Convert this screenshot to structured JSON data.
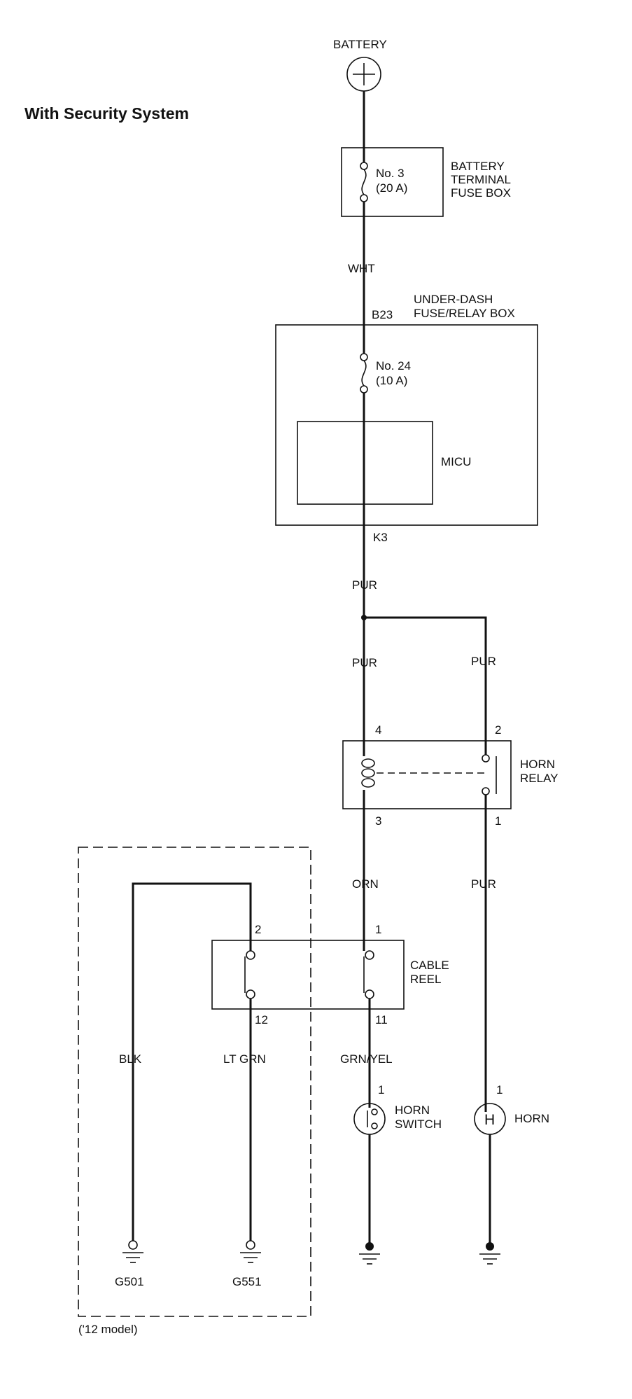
{
  "title": "With Security System",
  "battery": {
    "label": "BATTERY",
    "symbol": "+"
  },
  "battery_fuse_box": {
    "name_lines": [
      "BATTERY",
      "TERMINAL",
      "FUSE BOX"
    ],
    "fuse": "No. 3",
    "rating": "(20 A)"
  },
  "wires": {
    "battery_to_underdash": "WHT",
    "micu_out": "PUR",
    "to_relay_coil": "PUR",
    "to_relay_switch": "PUR",
    "relay_coil_out": "ORN",
    "relay_switch_out": "PUR",
    "horn_switch_in": "GRN/YEL",
    "ground_left": "BLK",
    "ground_mid": "LT GRN"
  },
  "underdash_box": {
    "name_lines": [
      "UNDER-DASH",
      "FUSE/RELAY BOX"
    ],
    "input_pin": "B23",
    "output_pin": "K3",
    "fuse": "No. 24",
    "rating": "(10 A)",
    "module": "MICU"
  },
  "horn_relay": {
    "name_lines": [
      "HORN",
      "RELAY"
    ],
    "pins": {
      "coil_in": "4",
      "coil_out": "3",
      "switch_in": "2",
      "switch_out": "1"
    }
  },
  "cable_reel": {
    "name_lines": [
      "CABLE",
      "REEL"
    ],
    "pins": {
      "left_top": "2",
      "left_bottom": "12",
      "right_top": "1",
      "right_bottom": "11"
    }
  },
  "horn_switch": {
    "name_lines": [
      "HORN",
      "SWITCH"
    ],
    "pin": "1"
  },
  "horn": {
    "label": "HORN",
    "symbol": "H",
    "pin": "1"
  },
  "grounds": {
    "left": "G501",
    "mid": "G551"
  },
  "model_note": "('12 model)"
}
